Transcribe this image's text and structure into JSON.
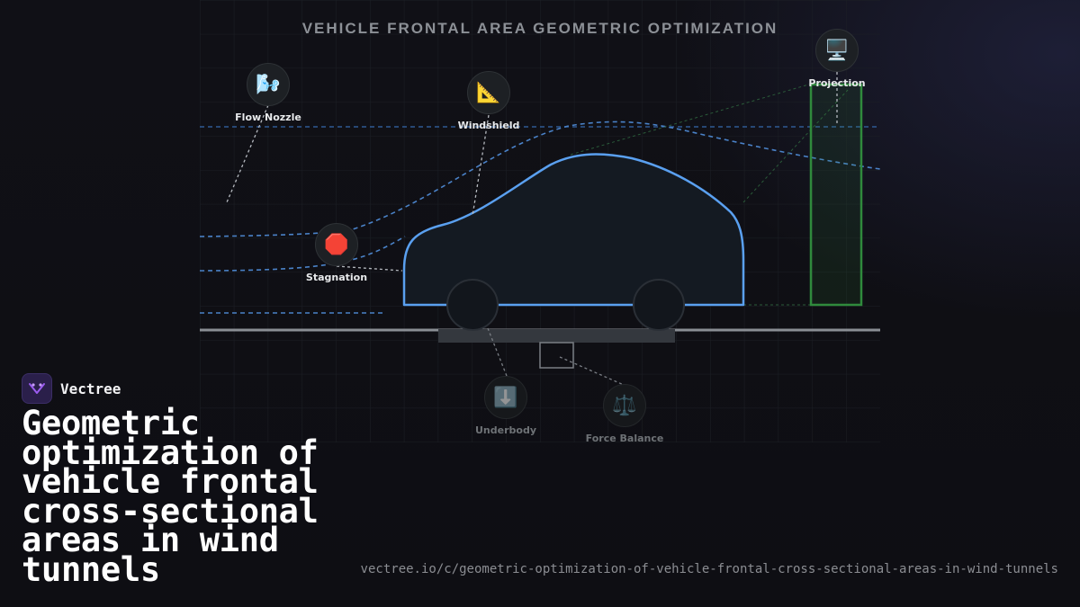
{
  "diagram": {
    "title": "VEHICLE FRONTAL AREA GEOMETRIC OPTIMIZATION",
    "colors": {
      "car_outline": "#5aa0f0",
      "flow_lines": "#4a82c8",
      "projection_box": "#2f8a3c",
      "ground": "#8a8e94"
    },
    "nodes": [
      {
        "id": "flow-nozzle",
        "label": "Flow Nozzle",
        "icon": "wind-icon",
        "glyph": "🌬️"
      },
      {
        "id": "windshield",
        "label": "Windshield",
        "icon": "triangle-ruler-icon",
        "glyph": "📐"
      },
      {
        "id": "stagnation",
        "label": "Stagnation",
        "icon": "stop-sign-icon",
        "glyph": "🛑"
      },
      {
        "id": "projection",
        "label": "Projection",
        "icon": "desktop-computer-icon",
        "glyph": "🖥️"
      },
      {
        "id": "underbody",
        "label": "Underbody",
        "icon": "down-arrow-icon",
        "glyph": "⬇️"
      },
      {
        "id": "force-balance",
        "label": "Force Balance",
        "icon": "balance-scale-icon",
        "glyph": "⚖️"
      }
    ]
  },
  "brand": {
    "name": "Vectree",
    "logo_icon": "vectree-logo-icon",
    "logo_color": "#9b5cf0"
  },
  "headline": "Geometric optimization of vehicle frontal cross-sectional areas in wind tunnels",
  "url": "vectree.io/c/geometric-optimization-of-vehicle-frontal-cross-sectional-areas-in-wind-tunnels"
}
